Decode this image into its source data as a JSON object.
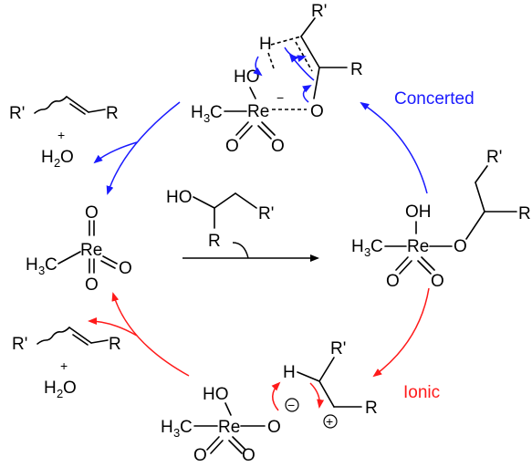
{
  "labels": {
    "concerted": "Concerted",
    "ionic": "Ionic"
  },
  "atoms": {
    "re": "Re",
    "o": "O",
    "h": "H",
    "ho": "HO",
    "oh": "OH",
    "r": "R",
    "rp": "R'",
    "h3c_main": "H",
    "c": "C",
    "sub3": "3",
    "sub2": "2",
    "plus": "+",
    "minus_charge": "−",
    "plus_charge": "+",
    "water_h": "H",
    "water_o": "O"
  },
  "colors": {
    "concerted_path": "#1a1aff",
    "ionic_path": "#ff1a1a",
    "bonds": "#000000"
  }
}
